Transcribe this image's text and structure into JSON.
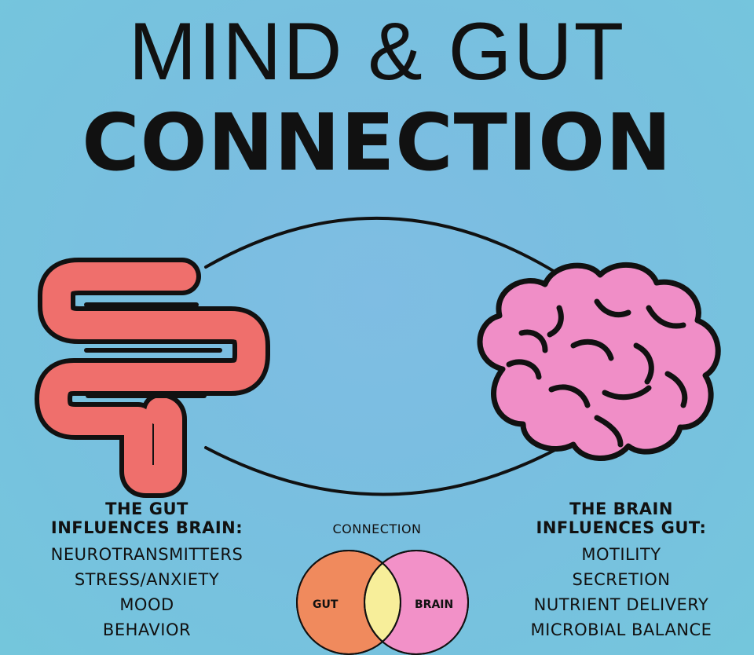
{
  "title": {
    "line1": "MIND & GUT",
    "line2": "CONNECTION"
  },
  "gut_column": {
    "heading_line1": "THE GUT",
    "heading_line2": "INFLUENCES BRAIN:",
    "items": [
      "NEUROTRANSMITTERS",
      "STRESS/ANXIETY",
      "MOOD",
      "BEHAVIOR"
    ]
  },
  "brain_column": {
    "heading_line1": "THE BRAIN",
    "heading_line2": "INFLUENCES GUT:",
    "items": [
      "MOTILITY",
      "SECRETION",
      "NUTRIENT DELIVERY",
      "MICROBIAL BALANCE"
    ]
  },
  "venn": {
    "label": "CONNECTION",
    "left": "GUT",
    "right": "BRAIN"
  },
  "colors": {
    "background": "#79bfe0",
    "gut": "#ef6f6c",
    "brain": "#f08ec7",
    "venn_left": "#f08a5d",
    "venn_right": "#f291c8",
    "venn_overlap": "#f7ee9a",
    "outline": "#111111"
  },
  "icons": [
    "intestine-icon",
    "brain-icon"
  ]
}
